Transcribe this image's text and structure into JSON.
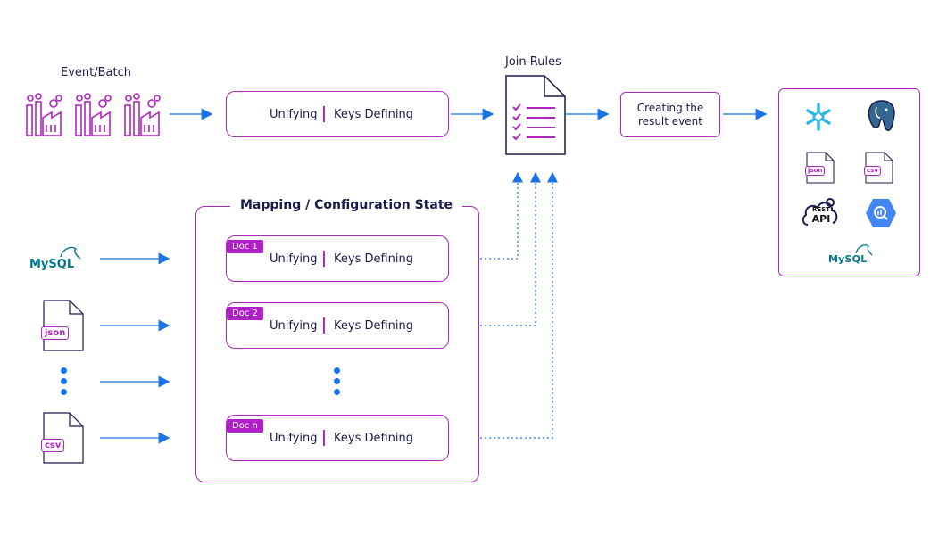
{
  "colors": {
    "accent": "#b026c0",
    "arrow": "#1a73e8",
    "text": "#1a1a4b",
    "doc_tag": "#b020c8"
  },
  "source_top": {
    "label": "Event/Batch",
    "icon": "factory-icon"
  },
  "top_pill": {
    "left": "Unifying",
    "right": "Keys Defining"
  },
  "join_rules": {
    "label": "Join Rules",
    "icon": "checklist-document-icon"
  },
  "result_box": {
    "line1": "Creating the",
    "line2": "result event"
  },
  "mapping": {
    "title": "Mapping / Configuration State",
    "docs": [
      {
        "tag": "Doc 1",
        "left": "Unifying",
        "right": "Keys Defining"
      },
      {
        "tag": "Doc 2",
        "left": "Unifying",
        "right": "Keys Defining"
      },
      {
        "tag": "Doc n",
        "left": "Unifying",
        "right": "Keys Defining"
      }
    ]
  },
  "sources_left": [
    {
      "name": "MySQL",
      "icon": "mysql-icon"
    },
    {
      "name": "json",
      "icon": "json-file-icon"
    },
    {
      "name": "more",
      "icon": "vertical-ellipsis-icon"
    },
    {
      "name": "csv",
      "icon": "csv-file-icon"
    }
  ],
  "destinations": {
    "items": [
      {
        "name": "snowflake",
        "icon": "snowflake-icon"
      },
      {
        "name": "postgresql",
        "icon": "postgresql-icon"
      },
      {
        "name": "json",
        "icon": "json-file-icon"
      },
      {
        "name": "csv",
        "icon": "csv-file-icon"
      },
      {
        "name": "REST API",
        "icon": "rest-api-icon"
      },
      {
        "name": "bigquery",
        "icon": "bigquery-icon"
      },
      {
        "name": "MySQL",
        "icon": "mysql-icon"
      }
    ],
    "mysql_text": "MySQL",
    "rest_line1": "REST",
    "rest_line2": "API",
    "json_text": "json",
    "csv_text": "csv"
  },
  "file_labels": {
    "json": "json",
    "csv": "csv"
  }
}
